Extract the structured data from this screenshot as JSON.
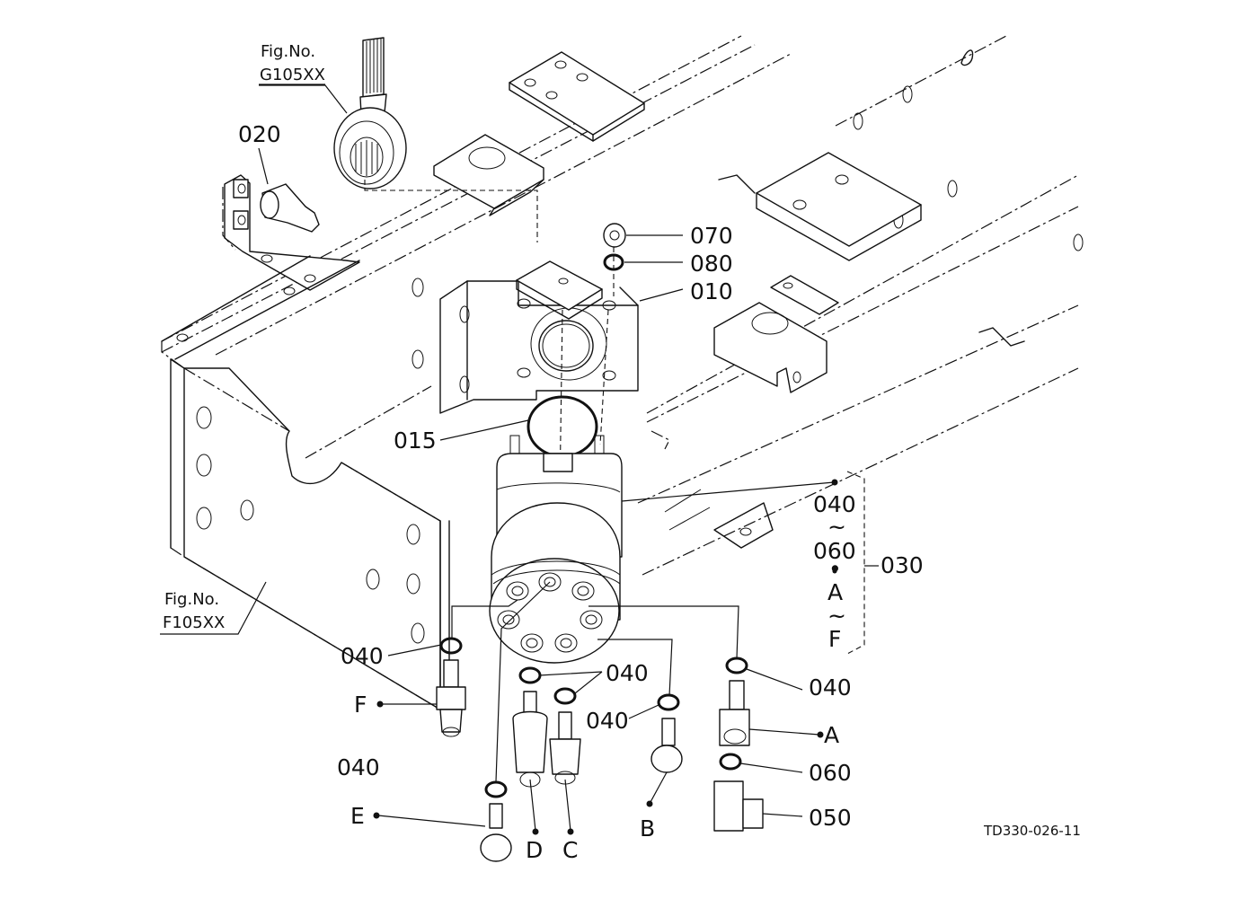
{
  "diagram": {
    "title": "Power steering unit exploded view",
    "drawing_code": "TD330-026-11",
    "figure_refs": [
      {
        "prefix": "Fig.No.",
        "number": "G105XX"
      },
      {
        "prefix": "Fig.No.",
        "number": "F105XX"
      }
    ],
    "part_labels": {
      "p010": "010",
      "p015": "015",
      "p020": "020",
      "p030": "030",
      "p050": "050",
      "p060": "060",
      "p070": "070",
      "p080": "080",
      "p040": "040"
    },
    "assembly_note": {
      "from_part": "040",
      "tilde": "~",
      "to_part": "060",
      "separator": "•",
      "from_letter": "A",
      "to_letter": "F",
      "assembly": "030"
    },
    "port_letters": {
      "A": "A",
      "B": "B",
      "C": "C",
      "D": "D",
      "E": "E",
      "F": "F"
    }
  }
}
